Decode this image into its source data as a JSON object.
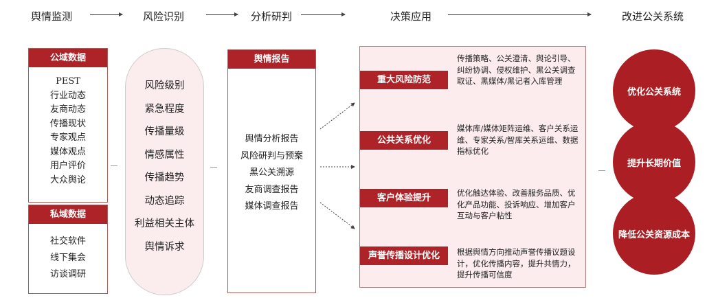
{
  "stages": [
    "舆情监测",
    "风险识别",
    "分析研判",
    "决策应用",
    "改进公关系统"
  ],
  "public_data": {
    "title": "公域数据",
    "items": [
      "PEST",
      "行业动态",
      "友商动态",
      "传播现状",
      "专家观点",
      "媒体观点",
      "用户评价",
      "大众舆论"
    ]
  },
  "private_data": {
    "title": "私域数据",
    "items": [
      "社交软件",
      "线下集会",
      "访谈调研"
    ]
  },
  "risk_items": [
    "风险级别",
    "紧急程度",
    "传播量级",
    "情感属性",
    "传播趋势",
    "动态追踪",
    "利益相关主体",
    "舆情诉求"
  ],
  "report": {
    "title": "舆情报告",
    "items": [
      "舆情分析报告",
      "风险研判与预案",
      "黑公关溯源",
      "友商调查报告",
      "媒体调查报告"
    ]
  },
  "decisions": [
    {
      "label": "重大风险防范",
      "desc": "传播策略、公关澄清、舆论引导、纠纷协调、侵权维护、黑公关调查取证、黑媒体/黑记者入库管理"
    },
    {
      "label": "公共关系优化",
      "desc": "媒体库/媒体矩阵运维、客户关系运维、专家关系/智库关系运维、数据指标优化"
    },
    {
      "label": "客户体验提升",
      "desc": "优化触达体验、改善服务品质、优化产品功能、投诉响应、增加客户互动与客户粘性"
    },
    {
      "label": "声誉传播设计优化",
      "desc": "根据舆情方向推动声誉传播议题设计，优化传播内容，提升共情力，提升传播可信度"
    }
  ],
  "outcomes": [
    "优化公关系统",
    "提升长期价值",
    "降低公关资源成本"
  ]
}
